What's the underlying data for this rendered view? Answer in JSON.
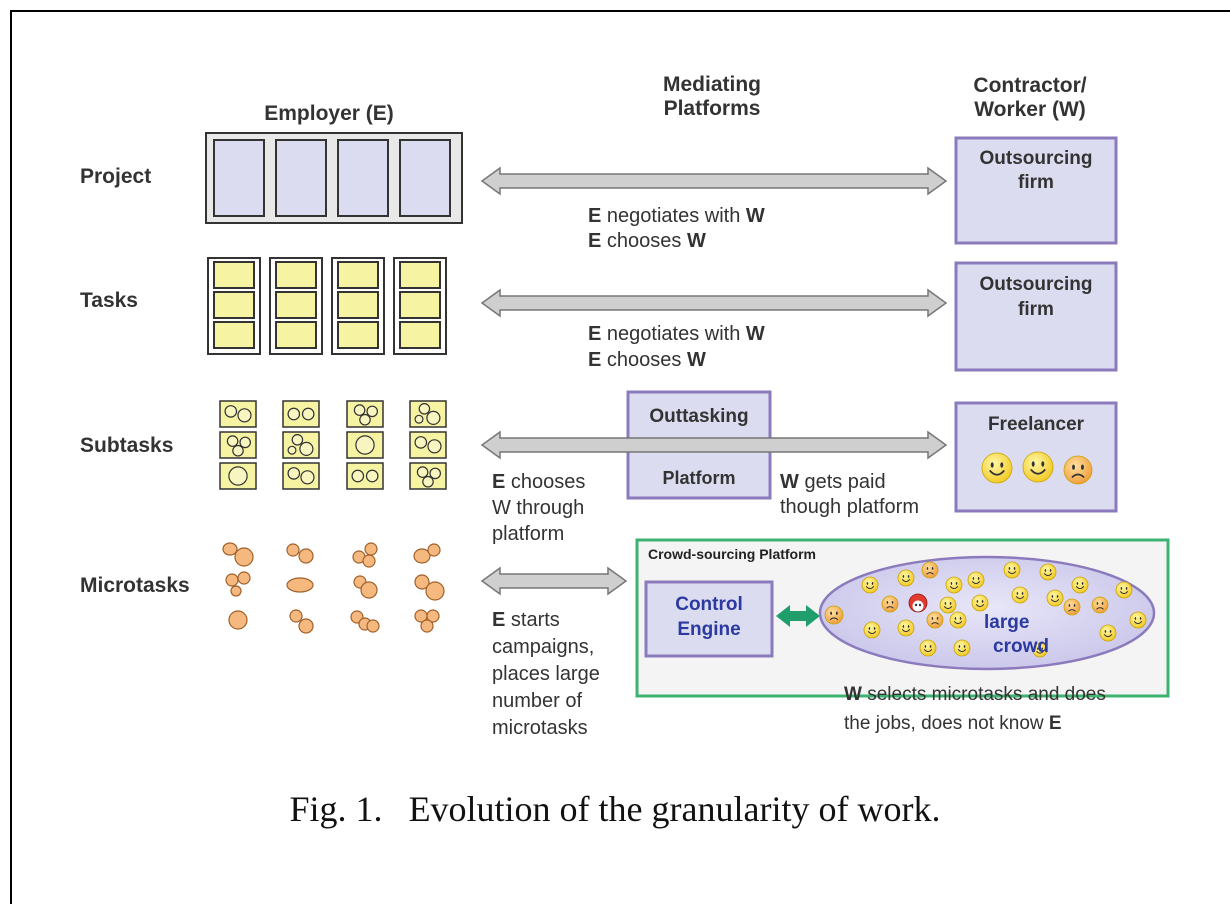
{
  "columns": {
    "employer": "Employer (E)",
    "mediating": [
      "Mediating",
      "Platforms"
    ],
    "worker": [
      "Contractor/",
      "Worker (W)"
    ]
  },
  "rows": {
    "project": "Project",
    "tasks": "Tasks",
    "subtasks": "Subtasks",
    "microtasks": "Microtasks"
  },
  "project_row": {
    "note_line1": {
      "bold": "E",
      "text": " negotiates with ",
      "bold2": "W"
    },
    "note_line2": {
      "bold": "E",
      "text": " chooses ",
      "bold2": "W"
    },
    "worker_box": [
      "Outsourcing",
      "firm"
    ]
  },
  "tasks_row": {
    "note_line1": {
      "bold": "E",
      "text": " negotiates with ",
      "bold2": "W"
    },
    "note_line2": {
      "bold": "E",
      "text": " chooses ",
      "bold2": "W"
    },
    "worker_box": [
      "Outsourcing",
      "firm"
    ]
  },
  "subtasks_row": {
    "platform_top": "Outtasking",
    "platform_bottom": "Platform",
    "left_note": [
      {
        "bold": "E",
        "text": " chooses"
      },
      {
        "text": "W through"
      },
      {
        "text": "platform"
      }
    ],
    "right_note": [
      {
        "bold": "W",
        "text": " gets paid"
      },
      {
        "text": "though platform"
      }
    ],
    "worker_box": "Freelancer"
  },
  "microtasks_row": {
    "platform_title": "Crowd-sourcing Platform",
    "engine": [
      "Control",
      "Engine"
    ],
    "crowd": [
      "large",
      "crowd"
    ],
    "left_note": [
      {
        "bold": "E",
        "text": " starts"
      },
      {
        "text": "campaigns,"
      },
      {
        "text": "places large"
      },
      {
        "text": "number of"
      },
      {
        "text": "microtasks"
      }
    ],
    "right_note": [
      {
        "bold": "W",
        "text": " selects microtasks and does"
      },
      {
        "text": "the jobs, does not know ",
        "bold2": "E"
      }
    ]
  },
  "caption": {
    "number": "Fig. 1.",
    "text": "Evolution of the granularity of work."
  },
  "colors": {
    "box_fill": "#dcdcf0",
    "box_border": "#8b7bbd",
    "task_fill": "#f6f3a3",
    "micro_fill": "#f5b980",
    "arrow_fill": "#cfcfcf",
    "crowd_border": "#3cb371",
    "engine_arrow": "#1f9e6c",
    "smiley": "#f5d33a",
    "sad": "#f0a545"
  }
}
